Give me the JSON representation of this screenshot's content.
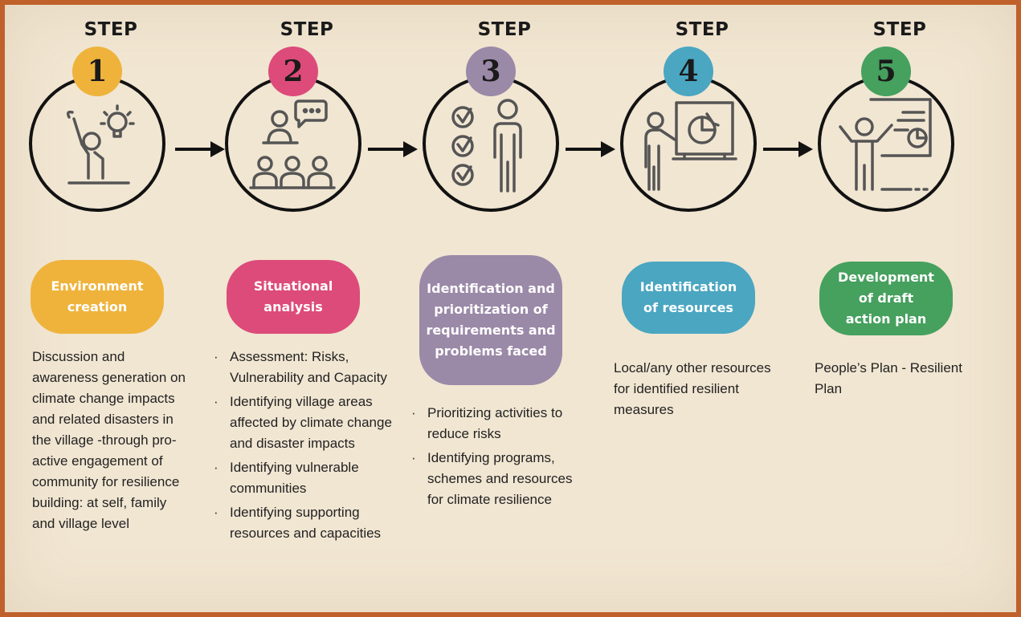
{
  "steps": [
    {
      "word": "STEP",
      "number": "1",
      "color": "#efb33c",
      "title": "Environment creation",
      "icon": "person-idea-icon",
      "text": "Discussion and awareness generation on climate change impacts and related disasters in the village -through pro-active engagement of community for resilience building: at self, family and village level"
    },
    {
      "word": "STEP",
      "number": "2",
      "color": "#dd4b7a",
      "title": "Situational analysis",
      "icon": "group-discussion-icon",
      "bullets": [
        "Assessment: Risks, Vulnerability and Capacity",
        "Identifying village areas affected by climate change and disaster impacts",
        "Identifying vulnerable communities",
        "Identifying supporting resources and capacities"
      ]
    },
    {
      "word": "STEP",
      "number": "3",
      "color": "#9b89a8",
      "title": "Identification and prioritization of requirements and problems faced",
      "icon": "person-checklist-icon",
      "bullets": [
        "Prioritizing activities to reduce risks",
        "Identifying programs, schemes and resources for climate resilience"
      ]
    },
    {
      "word": "STEP",
      "number": "4",
      "color": "#4aa6c1",
      "title": "Identification of resources",
      "icon": "presenter-chart-icon",
      "text": "Local/any other resources for identified resilient measures"
    },
    {
      "word": "STEP",
      "number": "5",
      "color": "#46a05e",
      "title": "Development of draft action plan",
      "icon": "presenter-dashboard-icon",
      "text": "People’s Plan - Resilient Plan"
    }
  ]
}
